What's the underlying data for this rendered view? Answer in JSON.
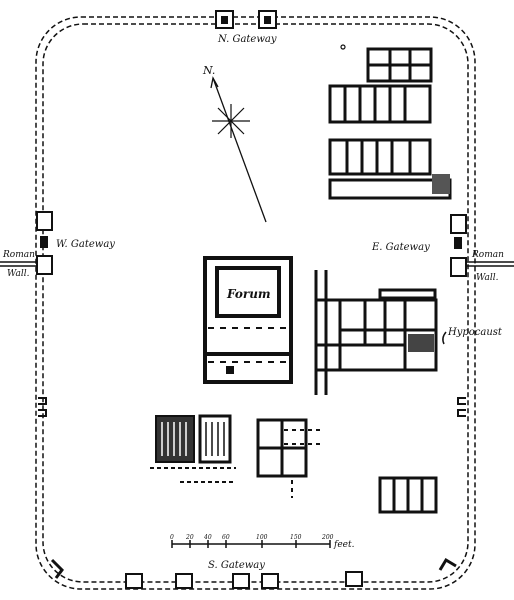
{
  "labels": {
    "north_gateway": "N. Gateway",
    "south_gateway": "S. Gateway",
    "east_gateway": "E. Gateway",
    "west_gateway": "W. Gateway",
    "roman_left_1": "Roman",
    "roman_left_2": "Wall.",
    "roman_right_1": "Roman",
    "roman_right_2": "Wall.",
    "forum": "Forum",
    "hypocaust": "Hypocaust",
    "north_arrow": "N."
  },
  "scale_bar": {
    "ticks": [
      "0",
      "20",
      "40",
      "60",
      "100",
      "150",
      "200"
    ],
    "unit": "feet."
  },
  "colors": {
    "ink": "#111111",
    "paper": "#ffffff"
  }
}
